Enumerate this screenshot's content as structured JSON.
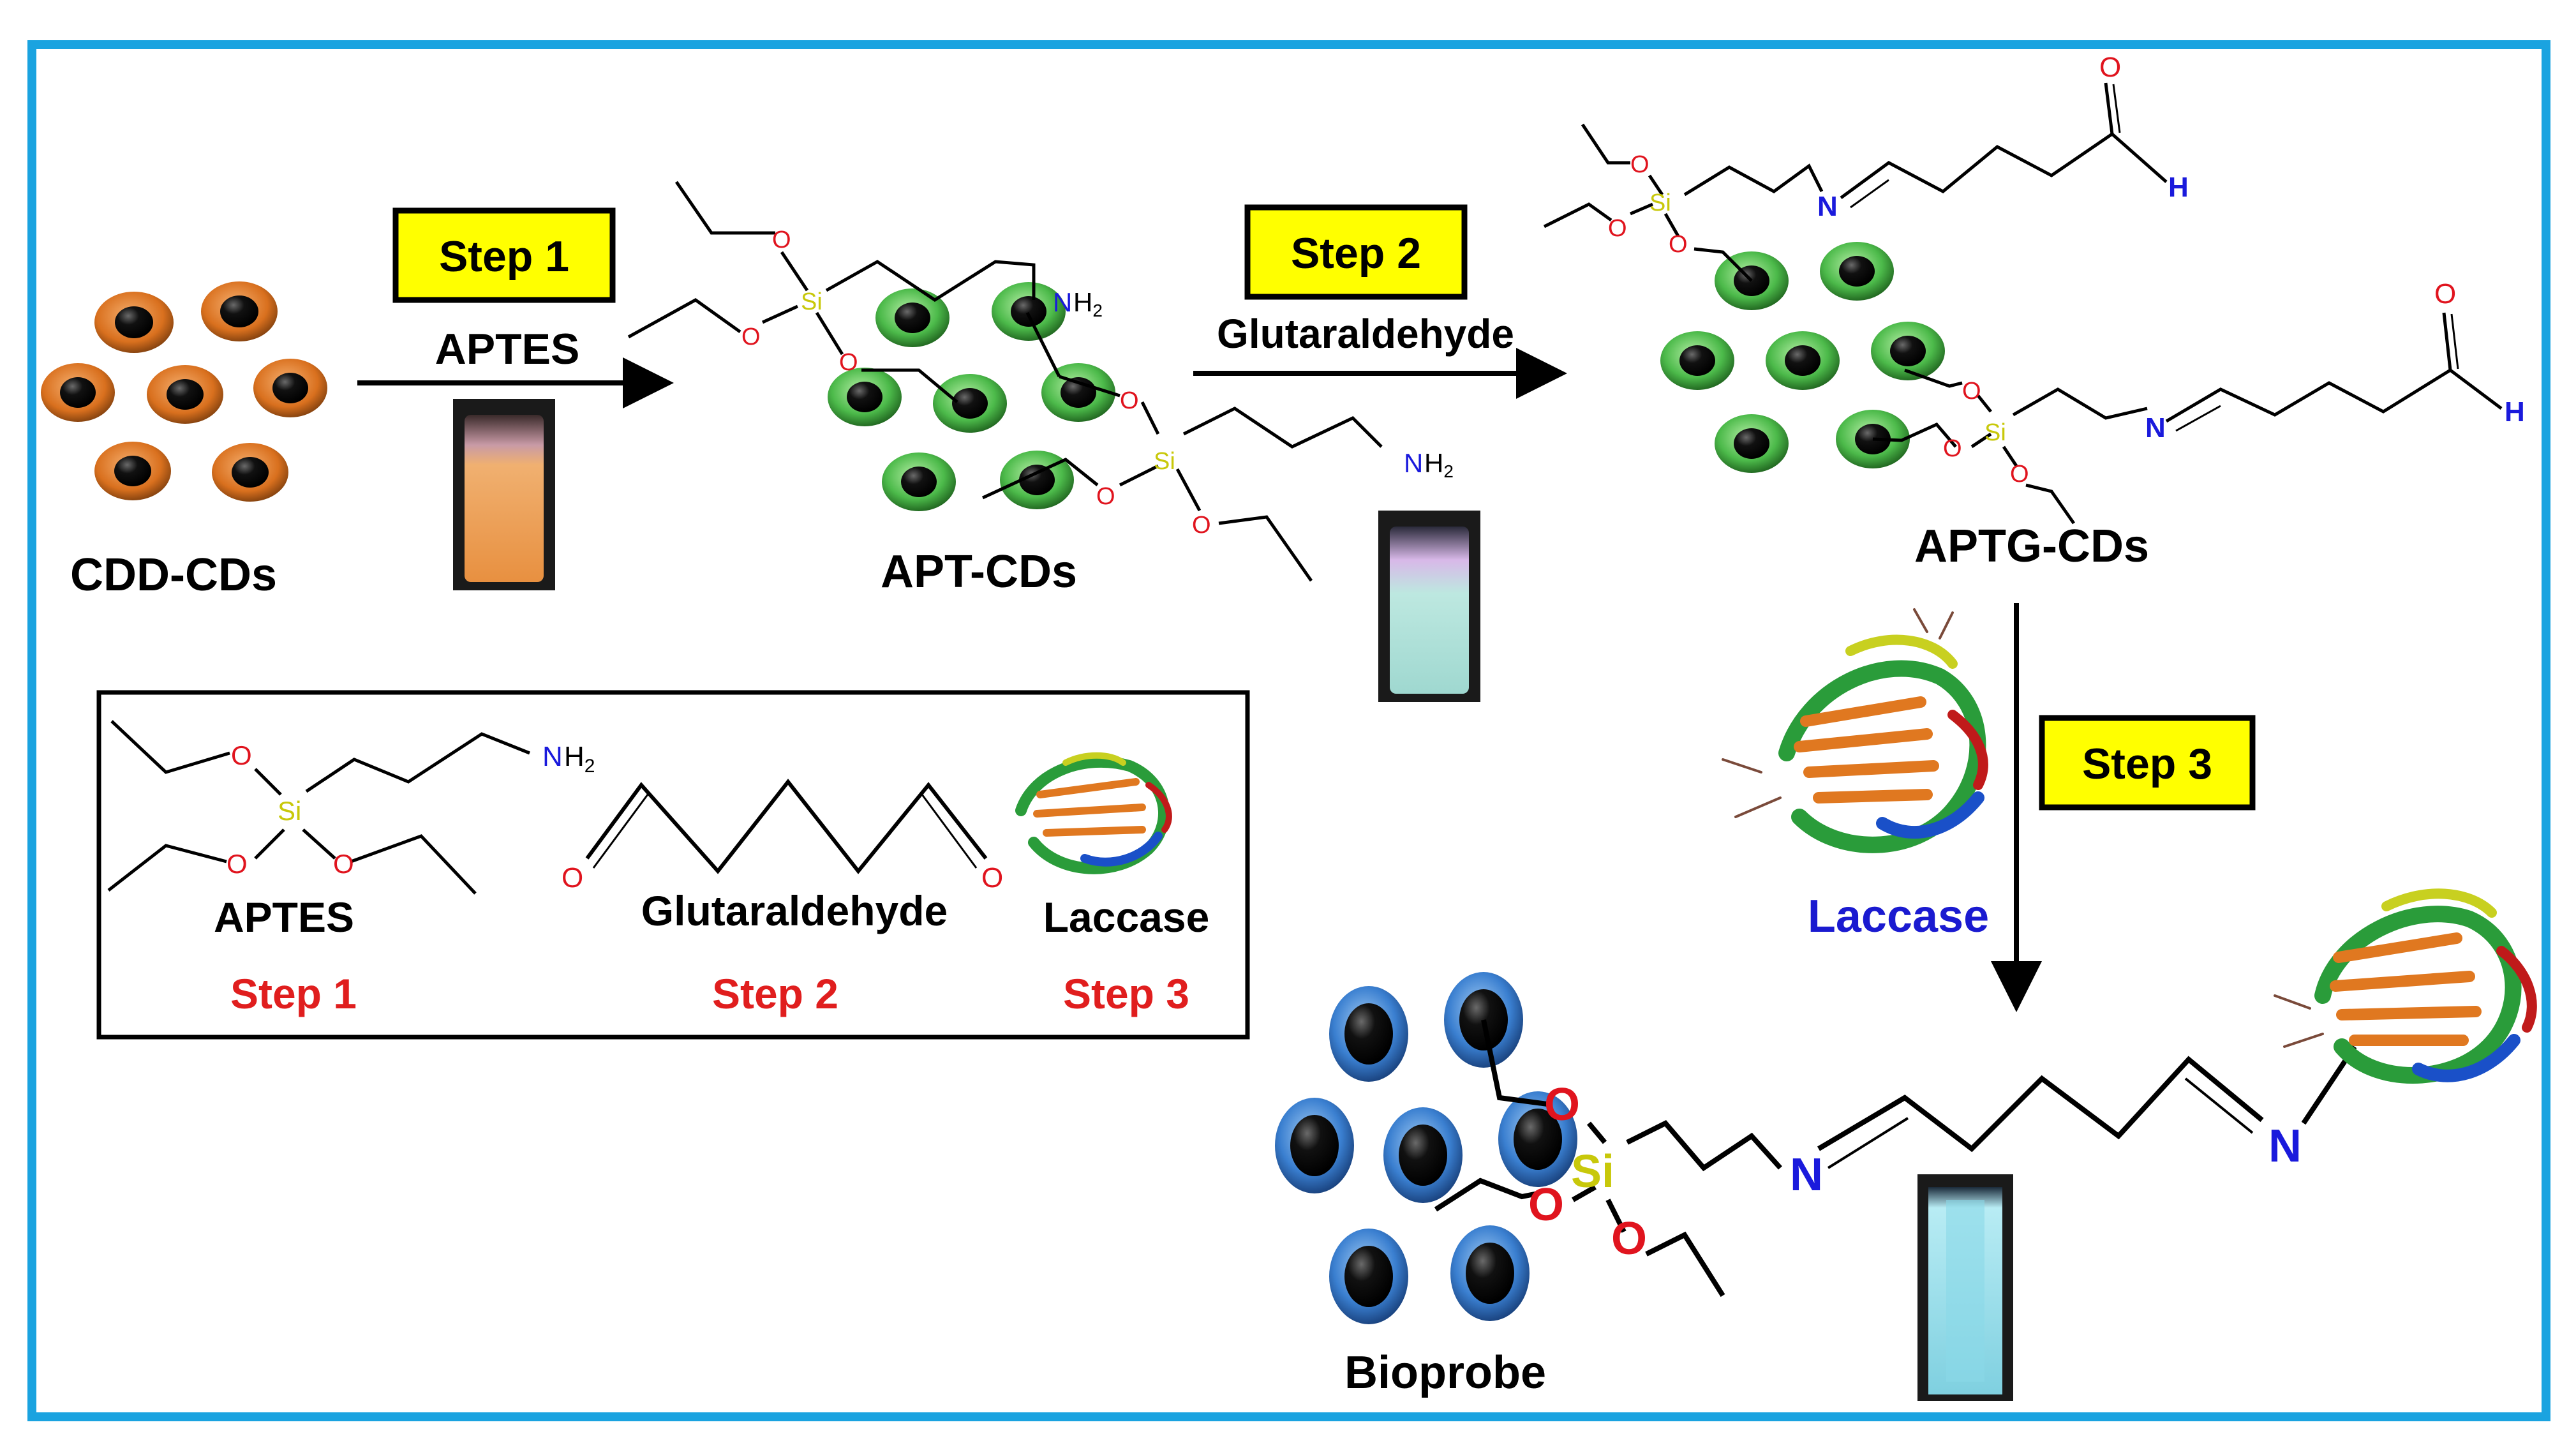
{
  "colors": {
    "frame": "#1aa3e0",
    "step_box_fill": "#ffff00",
    "arrow": "#000000",
    "oxygen": "#e0141e",
    "silicon": "#c8c80a",
    "nitrogen": "#1a1adc",
    "cd_orange": "#e0782a",
    "cd_green": "#5cc45a",
    "cd_blue": "#3a80d0",
    "laccase_label": "#1a1ad0",
    "step_label_red": "#e01e1e"
  },
  "steps": {
    "step1": {
      "box": "Step 1",
      "reagent": "APTES"
    },
    "step2": {
      "box": "Step 2",
      "reagent": "Glutaraldehyde"
    },
    "step3": {
      "box": "Step 3",
      "reagent": "Laccase"
    }
  },
  "products": {
    "cdd": "CDD-CDs",
    "apt": "APT-CDs",
    "aptg": "APTG-CDs",
    "bioprobe": "Bioprobe"
  },
  "atoms": {
    "O": "O",
    "Si": "Si",
    "N": "N",
    "H": "H",
    "NH2_main": "NH",
    "NH2_sub": "2"
  },
  "legend": {
    "items": [
      {
        "name": "APTES",
        "step": "Step 1"
      },
      {
        "name": "Glutaraldehyde",
        "step": "Step 2"
      },
      {
        "name": "Laccase",
        "step": "Step 3"
      }
    ]
  },
  "vials": [
    {
      "id": "cdd-vial",
      "glow": "orange"
    },
    {
      "id": "apt-vial",
      "glow": "cyan-white"
    },
    {
      "id": "bioprobe-cuvette",
      "glow": "cyan"
    }
  ]
}
